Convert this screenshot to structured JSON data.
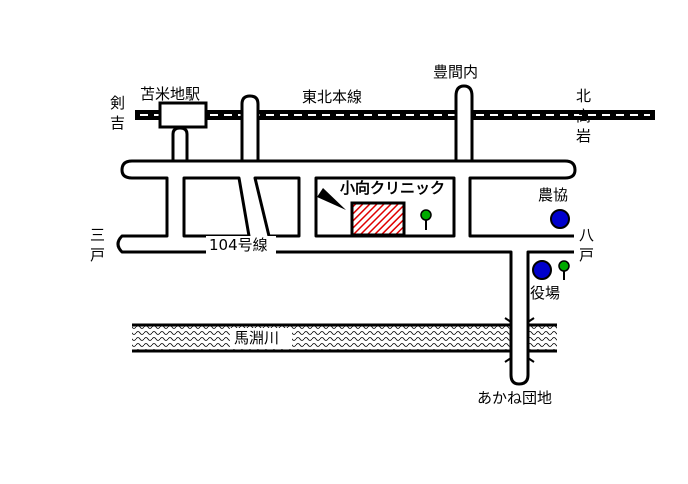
{
  "stations": {
    "kumeji": "苫米地駅"
  },
  "places": {
    "kenyoshi_1": "剣",
    "kenyoshi_2": "吉",
    "toyomanai": "豊間内",
    "kitatakaiwa_1": "北",
    "kitatakaiwa_2": "高",
    "kitatakaiwa_3": "岩",
    "sannohe_1": "三",
    "sannohe_2": "戸",
    "hachinohe_1": "八",
    "hachinohe_2": "戸",
    "akane": "あかね団地"
  },
  "rail": {
    "name": "東北本線"
  },
  "roads": {
    "route104": "104号線"
  },
  "river": {
    "name": "馬淵川"
  },
  "landmarks": {
    "clinic": "小向クリニック",
    "nokyo": "農協",
    "yakuba": "役場"
  },
  "colors": {
    "clinic_fill": "#e00000",
    "landmark_circle": "#0000cc",
    "tree": "#00aa00",
    "line": "#000000"
  }
}
